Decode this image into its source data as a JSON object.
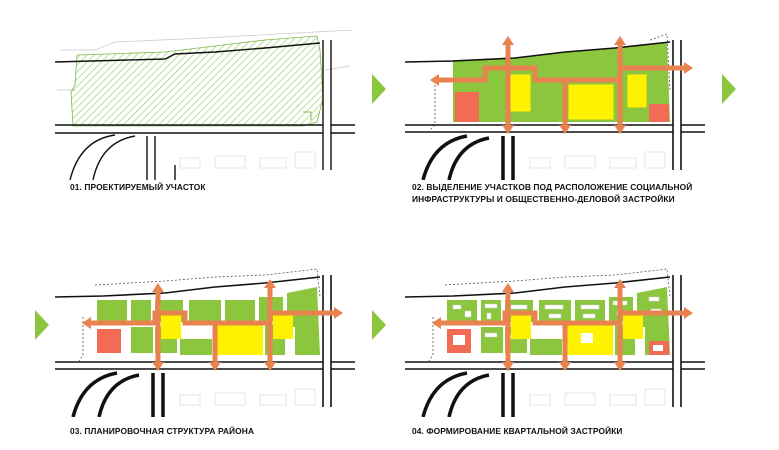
{
  "captions": {
    "step1": "01. ПРОЕКТИРУЕМЫЙ УЧАСТОК",
    "step2_line1": "02. ВЫДЕЛЕНИЕ УЧАСТКОВ ПОД РАСПОЛОЖЕНИЕ СОЦИАЛЬНОЙ",
    "step2_line2": "ИНФРАСТРУКТУРЫ И ОБЩЕСТВЕННО-ДЕЛОВОЙ ЗАСТРОЙКИ",
    "step3": "03. ПЛАНИРОВОЧНАЯ СТРУКТУРА РАЙОНА",
    "step4": "04. ФОРМИРОВАНИЕ КВАРТАЛЬНОЙ ЗАСТРОЙКИ"
  },
  "colors": {
    "green": "#8cc63f",
    "yellow": "#fff200",
    "red": "#f26b55",
    "orange_axis": "#e8834f",
    "road": "#111111",
    "hatch": "#9fcf6a"
  }
}
